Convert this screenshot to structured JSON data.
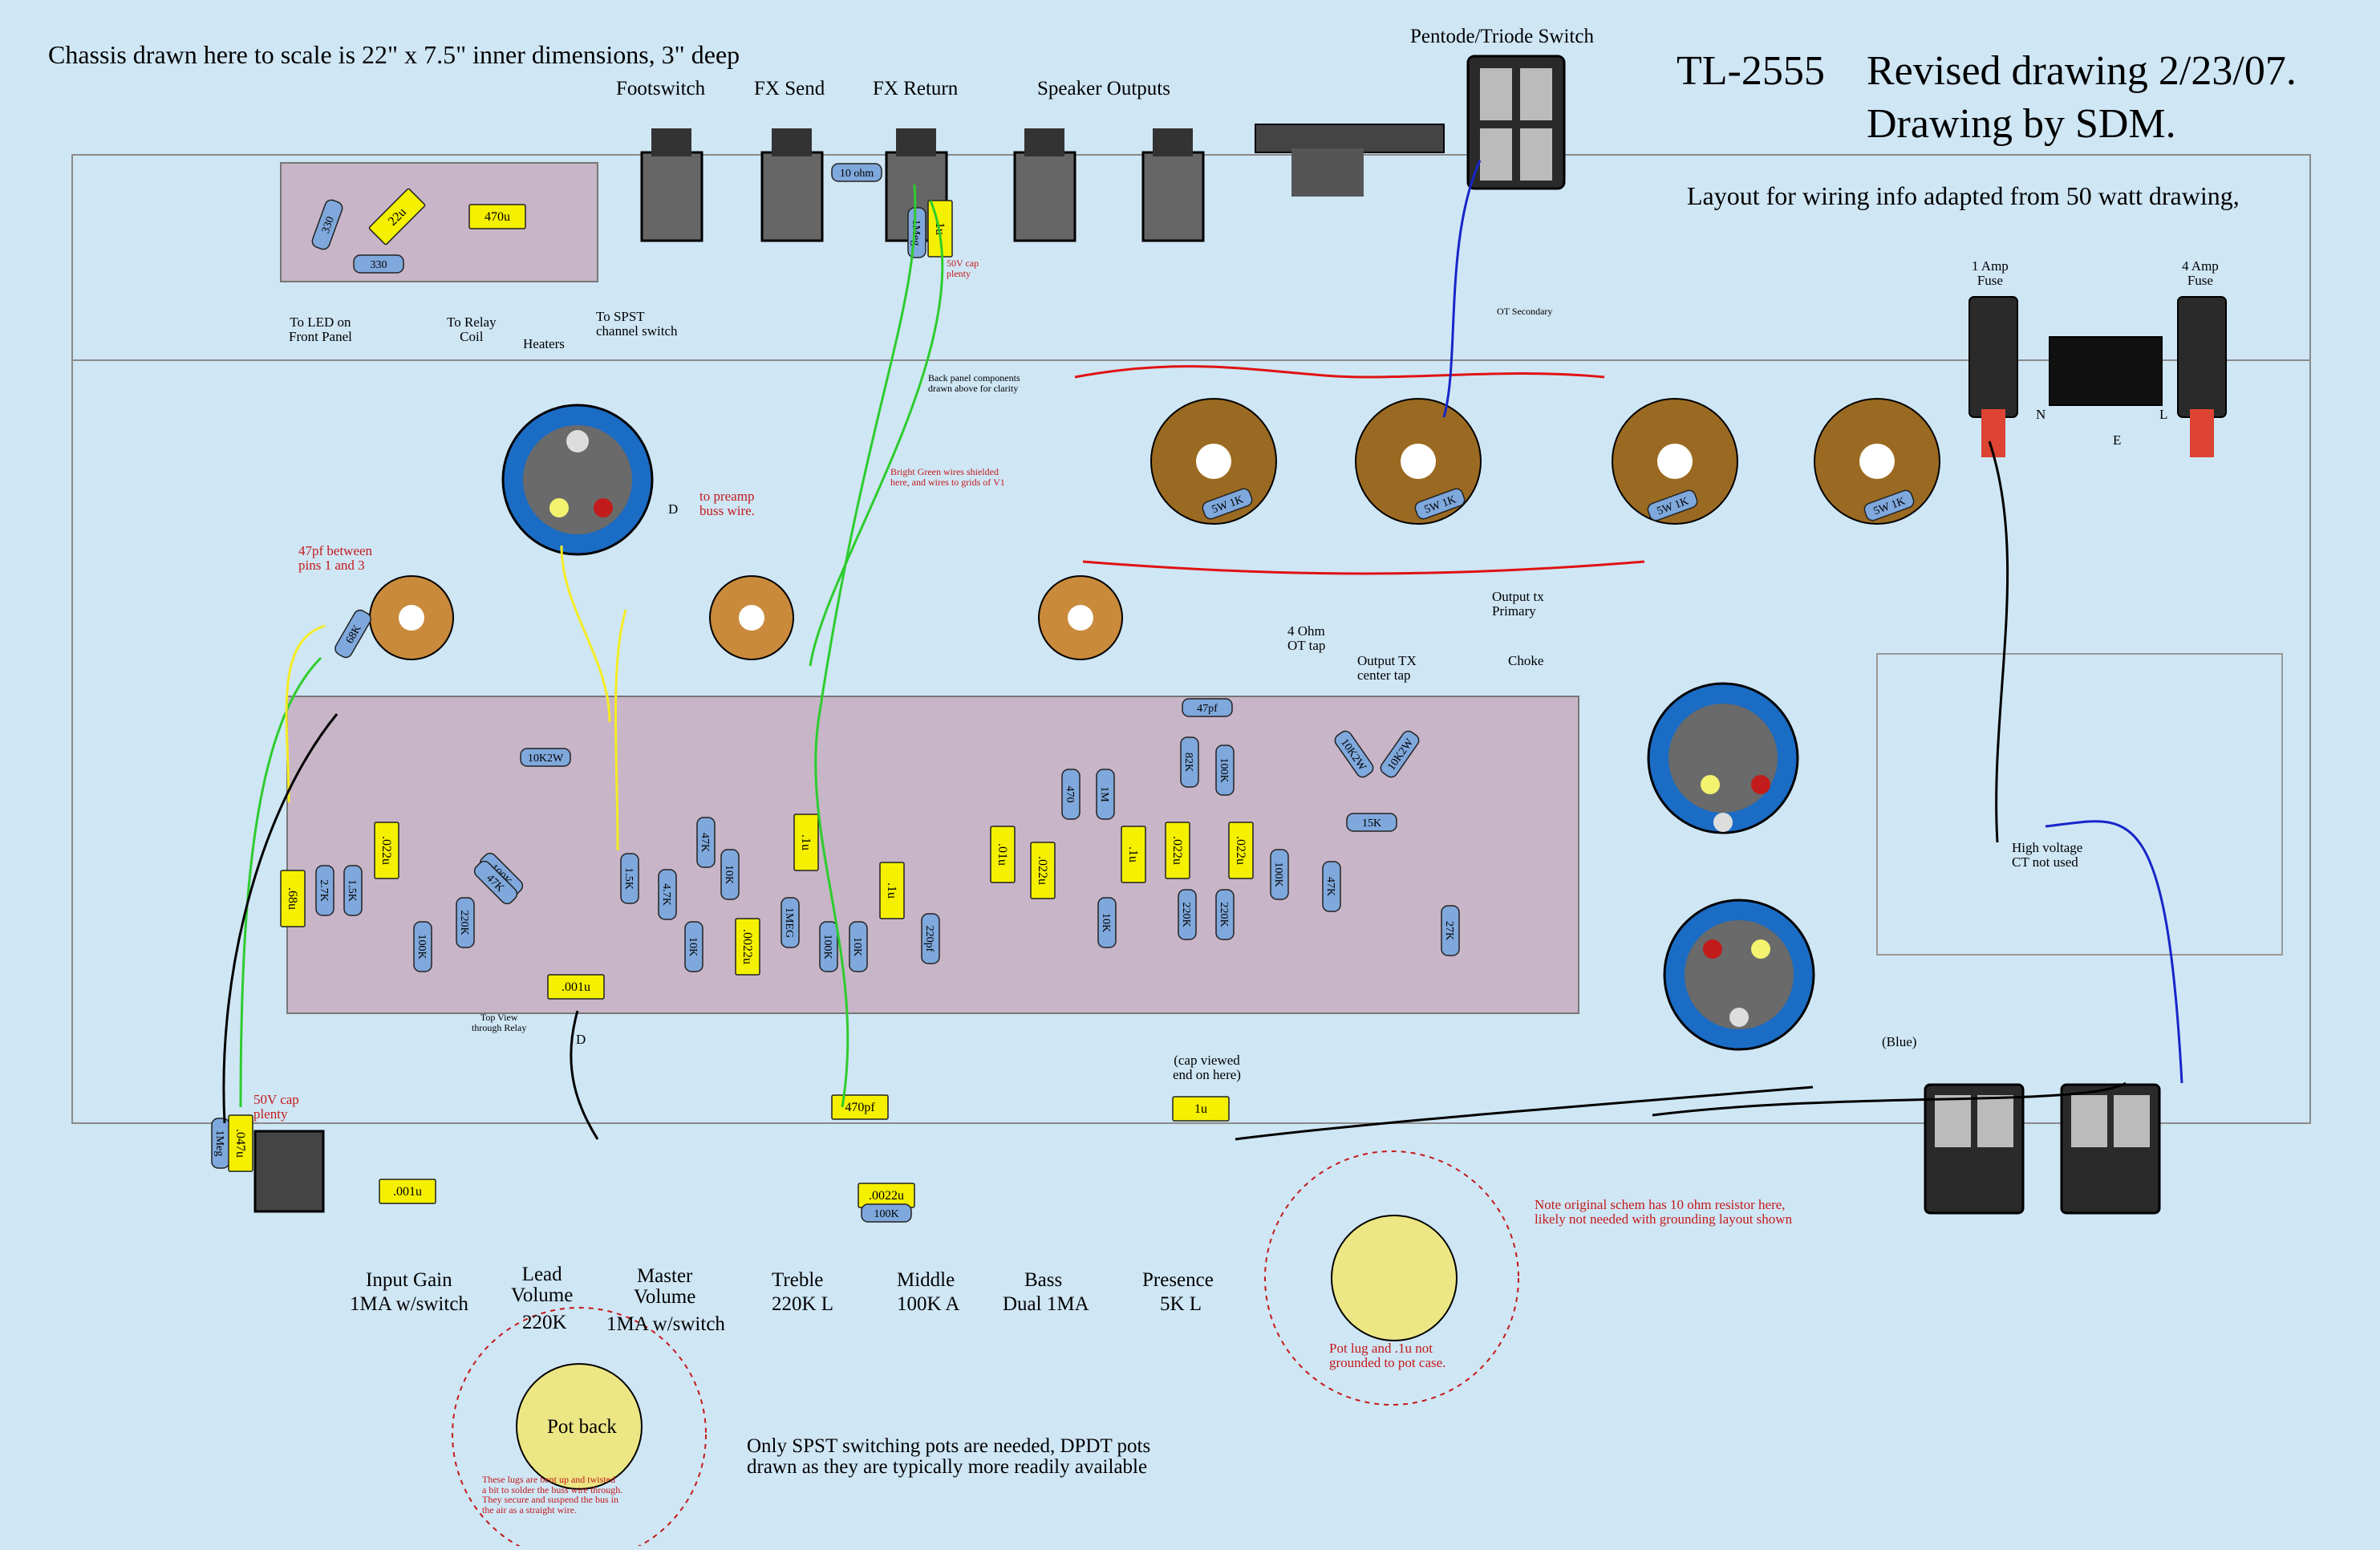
{
  "header": {
    "chassis_note": "Chassis drawn here to scale is 22\" x 7.5\" inner dimensions, 3\" deep",
    "model": "TL-2555",
    "revised": "Revised drawing 2/23/07.",
    "author": "Drawing by SDM.",
    "layout_note": "Layout for wiring info adapted from 50 watt drawing,"
  },
  "back_panel": {
    "footswitch": "Footswitch",
    "fx_send": "FX Send",
    "fx_return": "FX Return",
    "speaker_outputs": "Speaker Outputs",
    "pentode_switch": "Pentode/Triode Switch",
    "to_led": "To LED on\nFront Panel",
    "to_relay": "To Relay\nCoil",
    "heaters": "Heaters",
    "to_spst": "To SPST\nchannel switch",
    "ot_secondary": "OT Secondary",
    "cap_plenty": "50V cap\nplenty",
    "back_panel_note": "Back panel components\ndrawn above for clarity",
    "shield_note": "Bright Green wires shielded\nhere, and wires to grids of V1",
    "fuse1": "1 Amp\nFuse",
    "fuse2": "4 Amp\nFuse",
    "n": "N",
    "e": "E",
    "l": "L"
  },
  "board": {
    "preamp_buss": "to preamp\nbuss wire.",
    "pf47_note": "47pf between\npins 1 and 3",
    "ot_4ohm": "4 Ohm\nOT tap",
    "output_ct": "Output TX\ncenter tap",
    "choke": "Choke",
    "output_primary": "Output tx\nPrimary",
    "hv_ct": "High voltage\nCT not used",
    "blue": "(Blue)",
    "relay_view": "Top View\nthrough Relay",
    "d_marker": "D",
    "cap_viewed": "(cap viewed\nend on here)",
    "parts": [
      "68K",
      "10K2W",
      "47pf",
      "10K2W",
      "10K2W",
      "15K",
      "5W 1K",
      "5W 1K",
      "5W 1K",
      "5W 1K",
      ".68u",
      "2.7K",
      "1.5K",
      ".022u",
      "100K",
      "220K",
      "100K",
      "47K",
      "1.5K",
      "4.7K",
      "10K",
      "47K",
      "10K",
      "1MEG",
      ".0022u",
      ".1u",
      "100K",
      "10K",
      "220pf",
      ".1u",
      ".01u",
      ".022u",
      "470",
      "1M",
      ".1u",
      "10K",
      "82K",
      "100K",
      ".022u",
      ".022u",
      "220K",
      "220K",
      "100K",
      "47K",
      "27K",
      ".001u",
      "1Meg",
      ".047u",
      "470pf",
      ".0022u",
      "100K",
      ".001u",
      "1u",
      "10 ohm",
      "1Meg",
      "1u",
      "330",
      "330",
      "470u",
      "22u"
    ]
  },
  "pots": [
    {
      "name": "Input Gain",
      "spec": "1MA w/switch"
    },
    {
      "name": "Lead\nVolume",
      "spec": "220K"
    },
    {
      "name": "Master\nVolume",
      "spec": "1MA w/switch"
    },
    {
      "name": "Treble",
      "spec": "220K L"
    },
    {
      "name": "Middle",
      "spec": "100K A"
    },
    {
      "name": "Bass",
      "spec": "Dual 1MA"
    },
    {
      "name": "Presence",
      "spec": "5K L"
    }
  ],
  "front": {
    "cap_plenty_front": "50V cap\nplenty",
    "pot_back": "Pot back",
    "bent_lugs": "These lugs are bent up and twisted\na bit to solder the buss wire through.\nThey secure and suspend the bus in\nthe air as a straight wire.",
    "pot_lug": "Pot lug and .1u not\ngrounded to pot case.",
    "resistor_note": "Note original schem has 10 ohm resistor here,\nlikely not needed with grounding layout shown",
    "spst_note": "Only SPST switching pots are needed, DPDT pots\ndrawn as they are typically more readily available"
  },
  "colors": {
    "background": "#cfe6f5",
    "board": "#c8b5c7",
    "socket": "#c98a3c",
    "resistor": "#7fa8dc",
    "capacitor": "#f5f000",
    "wire_red": "#e01212",
    "wire_green": "#2ecc2e",
    "wire_yellow": "#f4ec24",
    "wire_blue": "#1626c8"
  }
}
